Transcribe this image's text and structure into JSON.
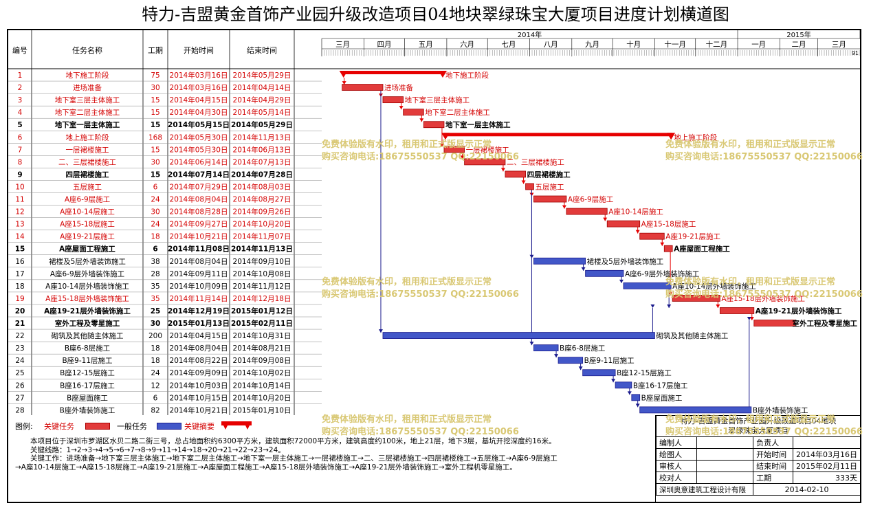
{
  "title": "特力-吉盟黄金首饰产业园升级改造项目04地块翠绿珠宝大厦项目进度计划横道图",
  "colors": {
    "critical": "#e60000",
    "critical_bar": "#e23b3b",
    "normal_bar": "#4257c8",
    "normal_edge": "#1a1a8c",
    "watermark": "#d9c874",
    "red_text": "#d40000"
  },
  "table_headers": {
    "id": "编号",
    "name": "任务名称",
    "dur": "工期",
    "start": "开始时间",
    "end": "结束时间"
  },
  "chart_data": {
    "type": "gantt",
    "years": [
      {
        "label": "2014年",
        "from": "2014-03-01",
        "to": "2015-01-01"
      },
      {
        "label": "2015年",
        "from": "2015-01-01",
        "to": "2015-04-01"
      }
    ],
    "months": [
      {
        "label": "三月",
        "from": "2014-03-01",
        "to": "2014-04-01"
      },
      {
        "label": "四月",
        "from": "2014-04-01",
        "to": "2014-05-01"
      },
      {
        "label": "五月",
        "from": "2014-05-01",
        "to": "2014-06-01"
      },
      {
        "label": "六月",
        "from": "2014-06-01",
        "to": "2014-07-01"
      },
      {
        "label": "七月",
        "from": "2014-07-01",
        "to": "2014-08-01"
      },
      {
        "label": "八月",
        "from": "2014-08-01",
        "to": "2014-09-01"
      },
      {
        "label": "九月",
        "from": "2014-09-01",
        "to": "2014-10-01"
      },
      {
        "label": "十月",
        "from": "2014-10-01",
        "to": "2014-11-01"
      },
      {
        "label": "十一月",
        "from": "2014-11-01",
        "to": "2014-12-01"
      },
      {
        "label": "十二月",
        "from": "2014-12-01",
        "to": "2015-01-01"
      },
      {
        "label": "一月",
        "from": "2015-01-01",
        "to": "2015-02-01"
      },
      {
        "label": "二月",
        "from": "2015-02-01",
        "to": "2015-03-01"
      },
      {
        "label": "三月",
        "from": "2015-03-01",
        "to": "2015-04-01"
      }
    ],
    "axis_range": [
      "2014-03-01",
      "2015-04-01"
    ],
    "tasks": [
      {
        "id": "1",
        "name": "地下施工阶段",
        "dur": "75",
        "start_text": "2014年03月16日",
        "end_text": "2014年05月29日",
        "start": "2014-03-16",
        "end": "2014-05-29",
        "kind": "summary",
        "critical": true,
        "bold": false
      },
      {
        "id": "2",
        "name": "进场准备",
        "dur": "30",
        "start_text": "2014年03月16日",
        "end_text": "2014年04月14日",
        "start": "2014-03-16",
        "end": "2014-04-14",
        "kind": "task",
        "critical": true,
        "bold": false
      },
      {
        "id": "3",
        "name": "地下室三层主体施工",
        "dur": "15",
        "start_text": "2014年04月15日",
        "end_text": "2014年04月29日",
        "start": "2014-04-15",
        "end": "2014-04-29",
        "kind": "task",
        "critical": true,
        "bold": false
      },
      {
        "id": "4",
        "name": "地下室二层主体施工",
        "dur": "15",
        "start_text": "2014年04月30日",
        "end_text": "2014年05月14日",
        "start": "2014-04-30",
        "end": "2014-05-14",
        "kind": "task",
        "critical": true,
        "bold": false
      },
      {
        "id": "5",
        "name": "地下室一层主体施工",
        "dur": "15",
        "start_text": "2014年05月15日",
        "end_text": "2014年05月29日",
        "start": "2014-05-15",
        "end": "2014-05-29",
        "kind": "task",
        "critical": true,
        "bold": true
      },
      {
        "id": "6",
        "name": "地上施工阶段",
        "dur": "168",
        "start_text": "2014年05月30日",
        "end_text": "2014年11月13日",
        "start": "2014-05-30",
        "end": "2014-11-13",
        "kind": "summary",
        "critical": true,
        "bold": false
      },
      {
        "id": "7",
        "name": "一层裙楼施工",
        "dur": "15",
        "start_text": "2014年05月30日",
        "end_text": "2014年06月13日",
        "start": "2014-05-30",
        "end": "2014-06-13",
        "kind": "task",
        "critical": true,
        "bold": false
      },
      {
        "id": "8",
        "name": "二、三层裙楼施工",
        "dur": "30",
        "start_text": "2014年06月14日",
        "end_text": "2014年07月13日",
        "start": "2014-06-14",
        "end": "2014-07-13",
        "kind": "task",
        "critical": true,
        "bold": false
      },
      {
        "id": "9",
        "name": "四层裙楼施工",
        "dur": "15",
        "start_text": "2014年07月14日",
        "end_text": "2014年07月28日",
        "start": "2014-07-14",
        "end": "2014-07-28",
        "kind": "task",
        "critical": true,
        "bold": true
      },
      {
        "id": "10",
        "name": "五层施工",
        "dur": "6",
        "start_text": "2014年07月29日",
        "end_text": "2014年08月03日",
        "start": "2014-07-29",
        "end": "2014-08-03",
        "kind": "task",
        "critical": true,
        "bold": false
      },
      {
        "id": "11",
        "name": "A座6-9层施工",
        "dur": "24",
        "start_text": "2014年08月04日",
        "end_text": "2014年08月27日",
        "start": "2014-08-04",
        "end": "2014-08-27",
        "kind": "task",
        "critical": true,
        "bold": false
      },
      {
        "id": "12",
        "name": "A座10-14层施工",
        "dur": "30",
        "start_text": "2014年08月28日",
        "end_text": "2014年09月26日",
        "start": "2014-08-28",
        "end": "2014-09-26",
        "kind": "task",
        "critical": true,
        "bold": false
      },
      {
        "id": "13",
        "name": "A座15-18层施工",
        "dur": "24",
        "start_text": "2014年09月27日",
        "end_text": "2014年10月20日",
        "start": "2014-09-27",
        "end": "2014-10-20",
        "kind": "task",
        "critical": true,
        "bold": false
      },
      {
        "id": "14",
        "name": "A座19-21层施工",
        "dur": "18",
        "start_text": "2014年10月21日",
        "end_text": "2014年11月07日",
        "start": "2014-10-21",
        "end": "2014-11-07",
        "kind": "task",
        "critical": true,
        "bold": false
      },
      {
        "id": "15",
        "name": "A座屋面工程施工",
        "dur": "6",
        "start_text": "2014年11月08日",
        "end_text": "2014年11月13日",
        "start": "2014-11-08",
        "end": "2014-11-13",
        "kind": "task",
        "critical": true,
        "bold": true
      },
      {
        "id": "16",
        "name": "裙楼及5层外墙装饰施工",
        "dur": "38",
        "start_text": "2014年08月04日",
        "end_text": "2014年09月10日",
        "start": "2014-08-04",
        "end": "2014-09-10",
        "kind": "task",
        "critical": false,
        "bold": false
      },
      {
        "id": "17",
        "name": "A座6-9层外墙装饰施工",
        "dur": "28",
        "start_text": "2014年09月11日",
        "end_text": "2014年10月08日",
        "start": "2014-09-11",
        "end": "2014-10-08",
        "kind": "task",
        "critical": false,
        "bold": false
      },
      {
        "id": "18",
        "name": "A座10-14层外墙装饰施工",
        "dur": "35",
        "start_text": "2014年10月09日",
        "end_text": "2014年11月12日",
        "start": "2014-10-09",
        "end": "2014-11-12",
        "kind": "task",
        "critical": false,
        "bold": false
      },
      {
        "id": "19",
        "name": "A座15-18层外墙装饰施工",
        "dur": "35",
        "start_text": "2014年11月14日",
        "end_text": "2014年12月18日",
        "start": "2014-11-14",
        "end": "2014-12-18",
        "kind": "task",
        "critical": true,
        "bold": false
      },
      {
        "id": "20",
        "name": "A座19-21层外墙装饰施工",
        "dur": "25",
        "start_text": "2014年12月19日",
        "end_text": "2015年01月12日",
        "start": "2014-12-19",
        "end": "2015-01-12",
        "kind": "task",
        "critical": true,
        "bold": true
      },
      {
        "id": "21",
        "name": "室外工程及零星施工",
        "dur": "30",
        "start_text": "2015年01月13日",
        "end_text": "2015年02月11日",
        "start": "2015-01-13",
        "end": "2015-02-11",
        "kind": "task",
        "critical": true,
        "bold": true
      },
      {
        "id": "22",
        "name": "砌筑及其他随主体施工",
        "dur": "200",
        "start_text": "2014年04月15日",
        "end_text": "2014年10月31日",
        "start": "2014-04-15",
        "end": "2014-10-31",
        "kind": "task",
        "critical": false,
        "bold": false
      },
      {
        "id": "23",
        "name": "B座6-8层施工",
        "dur": "18",
        "start_text": "2014年08月04日",
        "end_text": "2014年08月21日",
        "start": "2014-08-04",
        "end": "2014-08-21",
        "kind": "task",
        "critical": false,
        "bold": false
      },
      {
        "id": "24",
        "name": "B座9-11层施工",
        "dur": "18",
        "start_text": "2014年08月22日",
        "end_text": "2014年09月08日",
        "start": "2014-08-22",
        "end": "2014-09-08",
        "kind": "task",
        "critical": false,
        "bold": false
      },
      {
        "id": "25",
        "name": "B座12-15层施工",
        "dur": "24",
        "start_text": "2014年09月09日",
        "end_text": "2014年10月02日",
        "start": "2014-09-09",
        "end": "2014-10-02",
        "kind": "task",
        "critical": false,
        "bold": false
      },
      {
        "id": "26",
        "name": "B座16-17层施工",
        "dur": "12",
        "start_text": "2014年10月03日",
        "end_text": "2014年10月14日",
        "start": "2014-10-03",
        "end": "2014-10-14",
        "kind": "task",
        "critical": false,
        "bold": false
      },
      {
        "id": "27",
        "name": "B座屋面施工",
        "dur": "6",
        "start_text": "2014年10月15日",
        "end_text": "2014年10月20日",
        "start": "2014-10-15",
        "end": "2014-10-20",
        "kind": "task",
        "critical": false,
        "bold": false
      },
      {
        "id": "28",
        "name": "B座外墙装饰施工",
        "dur": "82",
        "start_text": "2014年10月21日",
        "end_text": "2015年01月10日",
        "start": "2014-10-21",
        "end": "2015-01-10",
        "kind": "task",
        "critical": false,
        "bold": false
      }
    ],
    "links": [
      [
        1,
        2
      ],
      [
        2,
        3
      ],
      [
        3,
        4
      ],
      [
        4,
        5
      ],
      [
        5,
        7
      ],
      [
        7,
        8
      ],
      [
        8,
        9
      ],
      [
        9,
        10
      ],
      [
        10,
        11
      ],
      [
        11,
        12
      ],
      [
        12,
        13
      ],
      [
        13,
        14
      ],
      [
        14,
        15
      ],
      [
        15,
        19
      ],
      [
        19,
        20
      ],
      [
        20,
        21
      ],
      [
        10,
        16
      ],
      [
        16,
        17
      ],
      [
        17,
        18
      ],
      [
        18,
        20
      ],
      [
        2,
        22
      ],
      [
        22,
        20
      ],
      [
        10,
        23
      ],
      [
        23,
        24
      ],
      [
        24,
        25
      ],
      [
        25,
        26
      ],
      [
        26,
        27
      ],
      [
        27,
        28
      ],
      [
        28,
        21
      ]
    ]
  },
  "watermark": {
    "line1": "免费体验版有水印，租用和正式版显示正常",
    "line2": "购买咨询电话:18675550537 QQ:22150066"
  },
  "legend": {
    "label": "图例:",
    "critical": "关键任务",
    "normal": "一般任务",
    "summary": "关键摘要"
  },
  "description": [
    "本项目位于深圳市罗湖区水贝二路二街三号，总占地面积约6300平方米，建筑面积72000平方米，建筑高度约100米，地上21层，地下3层，基坑开挖深度约16米。",
    "关键线路：1→2→3→4→5→6→7→8→9→11→14→18→20→21→22→23→24。",
    "关键工作：进场准备→地下室三层主体施工→地下室二层主体施工→地下室一层主体施工→一层裙楼施工→二、三层裙楼施工→四层裙楼施工→五层施工→A座6-9层施工",
    "→A座10-14层施工→A座15-18层施工→A座19-21层施工→A座屋面工程施工→A座15-18层外墙装饰施工→A座19-21层外墙装饰施工→室外工程机零星施工。"
  ],
  "info": {
    "project": "特力-吉盟黄金首饰产业园升级改造项目04地块",
    "project2": "翠绿珠宝大厦项目",
    "rows": [
      {
        "k1": "编制人",
        "v1": "",
        "k2": "负责人",
        "v2": ""
      },
      {
        "k1": "绘图人",
        "v1": "",
        "k2": "开始时间",
        "v2": "2014年03月16日"
      },
      {
        "k1": "审核人",
        "v1": "",
        "k2": "结束时间",
        "v2": "2015年02月11日"
      },
      {
        "k1": "校对人",
        "v1": "",
        "k2": "工期",
        "v2": "333天"
      }
    ],
    "company": "深圳奥意建筑工程设计有限",
    "date": "2014-02-10"
  },
  "day_ruler_last": "91"
}
